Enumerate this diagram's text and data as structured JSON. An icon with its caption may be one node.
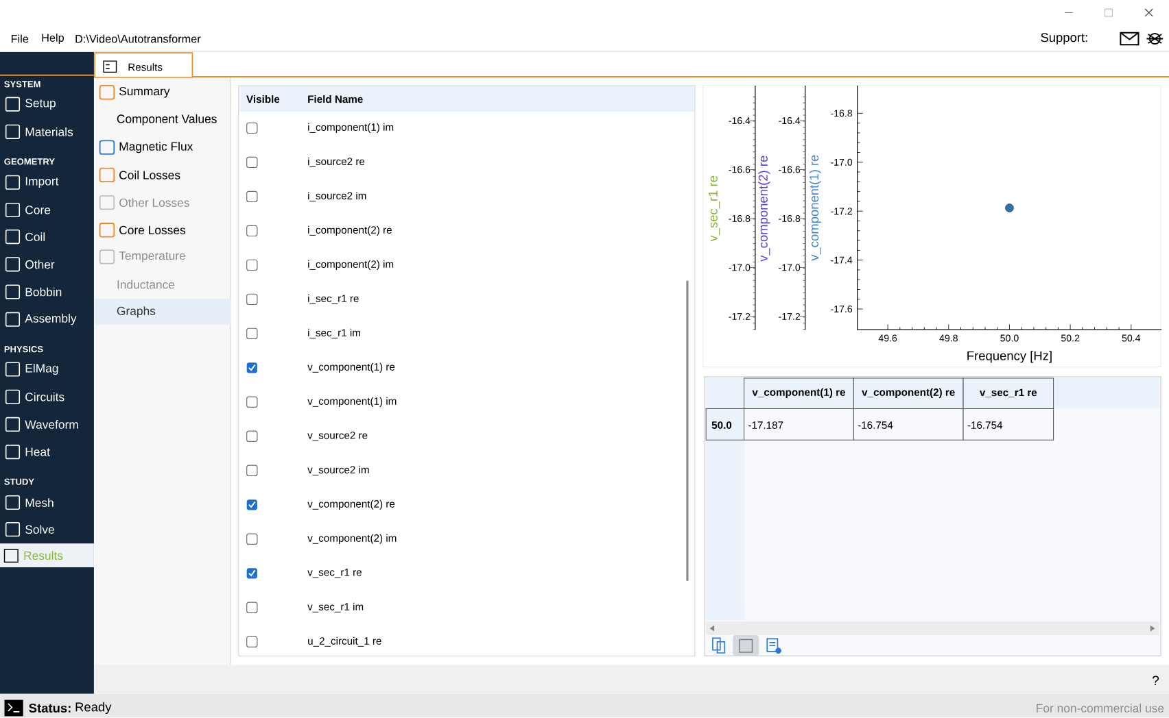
{
  "diagram": {
    "labels": [
      "File",
      "Help",
      "D:\\Video\\Autotransformer",
      "Support:",
      "Results",
      "SYSTEM",
      "Setup",
      "Materials",
      "GEOMETRY",
      "Import",
      "Core",
      "Coil",
      "Other",
      "Bobbin",
      "Assembly",
      "PHYSICS",
      "ElMag",
      "Circuits",
      "Waveform",
      "Heat",
      "STUDY",
      "Mesh",
      "Solve",
      "Results",
      "Summary",
      "Component Values",
      "Magnetic Flux",
      "Coil Losses",
      "Other Losses",
      "Core Losses",
      "Temperature",
      "Inductance",
      "Graphs",
      "Visible",
      "Field Name",
      "i_component(1) im",
      "i_source2 re",
      "i_source2 im",
      "i_component(2) re",
      "i_component(2) im",
      "i_sec_r1 re",
      "i_sec_r1 im",
      "v_component(1) re",
      "v_component(1) im",
      "v_source2 re",
      "v_source2 im",
      "v_component(2) re",
      "v_component(2) im",
      "v_sec_r1 re",
      "v_sec_r1 im",
      "u_2_circuit_1 re",
      "v_sec_r1 re",
      "-16.4",
      "-16.6",
      "-16.8",
      "-17.0",
      "-17.2",
      "v_component(2) re",
      "-16.4",
      "-16.6",
      "-16.8",
      "-17.0",
      "-17.2",
      "v_component(1) re",
      "v_component(2) re",
      "v_sec_r1 re",
      "50.0",
      "-17.187",
      "-16.754",
      "-16.754",
      "?",
      "Status:",
      "Ready",
      "For non-commercial use"
    ],
    "chart_data": {
      "type": "scatter",
      "xlabel": "Frequency [Hz]",
      "ylabel": "v_component(1) re",
      "x": [
        50.0
      ],
      "series": [
        {
          "color": "#2f6fb8",
          "values": [
            -17.187
          ]
        }
      ],
      "xlim": [
        49.5,
        50.5
      ],
      "ylim": [
        -17.685,
        -16.687
      ],
      "xticks": [
        49.6,
        49.8,
        {
          "value": 50.0,
          "label": "50.0"
        },
        50.2,
        50.4
      ],
      "yticks": [
        -16.8,
        {
          "value": -17.0,
          "label": "-17.0"
        },
        -17.2,
        -17.4,
        -17.6
      ]
    }
  }
}
